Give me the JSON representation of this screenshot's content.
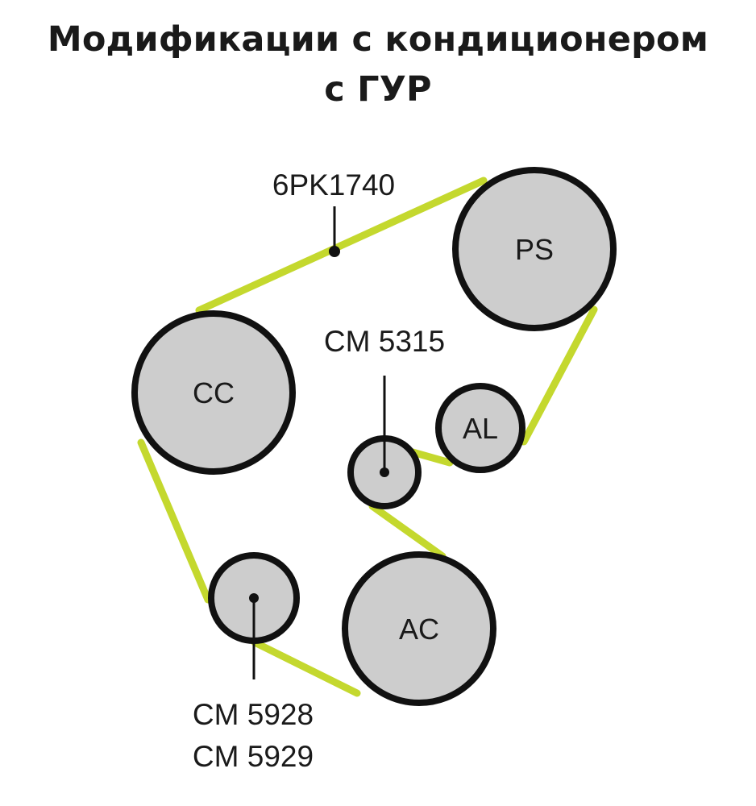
{
  "title": {
    "line1": "Модификации с кондиционером",
    "line2": "с ГУР"
  },
  "colors": {
    "belt": "#c4d82e",
    "pulley_fill": "#cdcdcd",
    "pulley_stroke": "#111111",
    "text": "#1a1a1a"
  },
  "belt": {
    "label": "6PK1740"
  },
  "pulleys": {
    "ps": {
      "label": "PS"
    },
    "cc": {
      "label": "CC"
    },
    "al": {
      "label": "AL"
    },
    "ac": {
      "label": "AC"
    }
  },
  "rollers": {
    "upper": {
      "label": "CM 5315"
    },
    "lower": {
      "label_line1": "CM 5928",
      "label_line2": "CM 5929"
    }
  }
}
